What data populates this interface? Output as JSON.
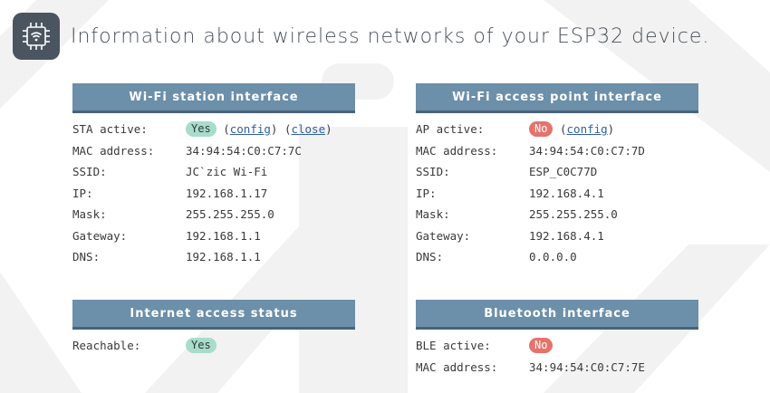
{
  "header": {
    "title": "Information about wireless networks of your ESP32 device.",
    "logo_icon": "wifi-chip-icon"
  },
  "station": {
    "title": "Wi-Fi station interface",
    "active_label": "STA active:",
    "active_badge": "Yes",
    "config_link": "config",
    "close_link": "close",
    "rows": [
      {
        "label": "MAC address:",
        "value": "34:94:54:C0:C7:7C"
      },
      {
        "label": "SSID:",
        "value": "JC`zic Wi-Fi"
      },
      {
        "label": "IP:",
        "value": "192.168.1.17"
      },
      {
        "label": "Mask:",
        "value": "255.255.255.0"
      },
      {
        "label": "Gateway:",
        "value": "192.168.1.1"
      },
      {
        "label": "DNS:",
        "value": "192.168.1.1"
      }
    ]
  },
  "access_point": {
    "title": "Wi-Fi access point interface",
    "active_label": "AP active:",
    "active_badge": "No",
    "config_link": "config",
    "rows": [
      {
        "label": "MAC address:",
        "value": "34:94:54:C0:C7:7D"
      },
      {
        "label": "SSID:",
        "value": "ESP_C0C77D"
      },
      {
        "label": "IP:",
        "value": "192.168.4.1"
      },
      {
        "label": "Mask:",
        "value": "255.255.255.0"
      },
      {
        "label": "Gateway:",
        "value": "192.168.4.1"
      },
      {
        "label": "DNS:",
        "value": "0.0.0.0"
      }
    ]
  },
  "internet": {
    "title": "Internet access status",
    "reachable_label": "Reachable:",
    "reachable_badge": "Yes"
  },
  "bluetooth": {
    "title": "Bluetooth interface",
    "active_label": "BLE active:",
    "active_badge": "No",
    "mac_label": "MAC address:",
    "mac_value": "34:94:54:C0:C7:7E"
  },
  "colors": {
    "panel_header": "#6c8faa",
    "badge_yes": "#a8dccb",
    "badge_no": "#e5736c",
    "link": "#2f5f9e"
  }
}
